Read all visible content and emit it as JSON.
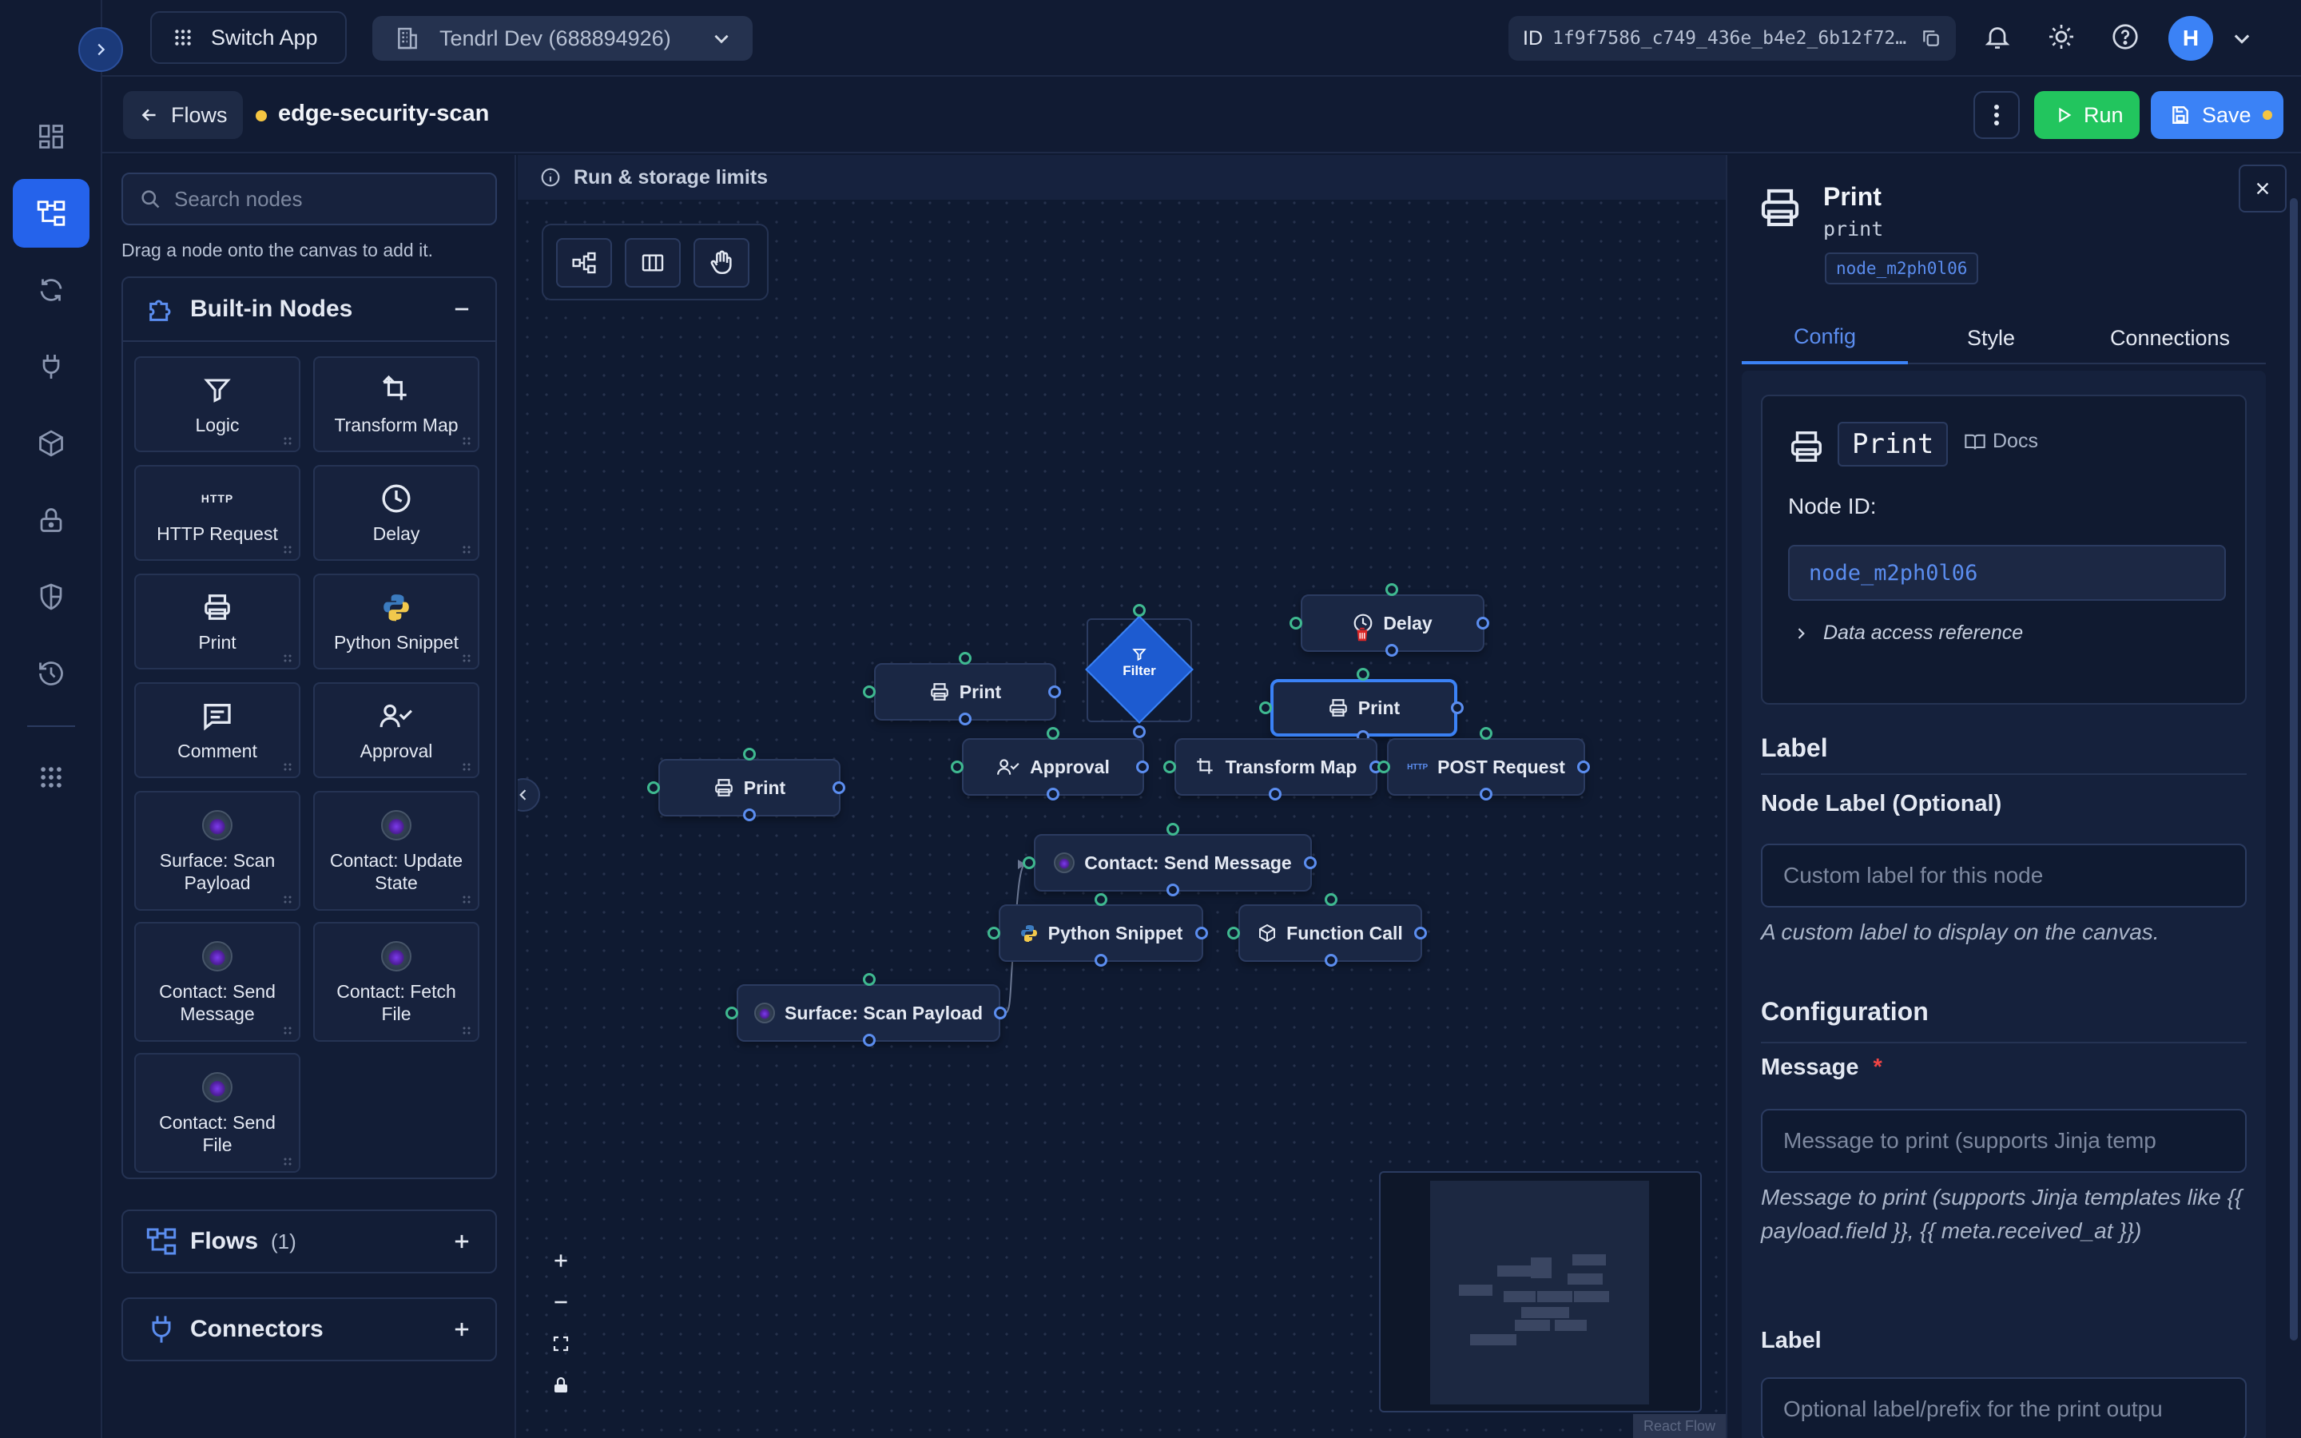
{
  "header": {
    "switch_app": "Switch App",
    "org": "Tendrl Dev (688894926)",
    "id_label": "ID",
    "id_value": "1f9f7586_c749_436e_b4e2_6b12f72…",
    "avatar": "H"
  },
  "subheader": {
    "back_label": "Flows",
    "flow_name": "edge-security-scan",
    "run_label": "Run",
    "save_label": "Save"
  },
  "sidebar": {
    "search_placeholder": "Search nodes",
    "hint": "Drag a node onto the canvas to add it.",
    "builtin_title": "Built-in Nodes",
    "nodes": [
      {
        "label": "Logic",
        "icon": "filter-icon"
      },
      {
        "label": "Transform Map",
        "icon": "transform-icon"
      },
      {
        "label": "HTTP Request",
        "icon": "http-icon",
        "icon_text": "HTTP"
      },
      {
        "label": "Delay",
        "icon": "clock-icon"
      },
      {
        "label": "Print",
        "icon": "printer-icon"
      },
      {
        "label": "Python Snippet",
        "icon": "python-icon"
      },
      {
        "label": "Comment",
        "icon": "comment-icon"
      },
      {
        "label": "Approval",
        "icon": "user-check-icon"
      },
      {
        "label": "Surface: Scan Payload",
        "icon": "surface-logo-icon"
      },
      {
        "label": "Contact: Update State",
        "icon": "contact-logo-icon"
      },
      {
        "label": "Contact: Send Message",
        "icon": "contact-logo-icon"
      },
      {
        "label": "Contact: Fetch File",
        "icon": "contact-logo-icon"
      },
      {
        "label": "Contact: Send File",
        "icon": "contact-logo-icon"
      }
    ],
    "flows_title": "Flows",
    "flows_count": "(1)",
    "connectors_title": "Connectors"
  },
  "canvas": {
    "banner": "Run & storage limits",
    "nodes": {
      "print_a": "Print",
      "print_b": "Print",
      "filter": "Filter",
      "delay": "Delay",
      "print_sel": "Print",
      "approval": "Approval",
      "transform": "Transform Map",
      "post": "POST Request",
      "post_icon_text": "HTTP",
      "send_message": "Contact: Send Message",
      "python": "Python Snippet",
      "function_call": "Function Call",
      "surface": "Surface: Scan Payload"
    },
    "attribution": "React Flow"
  },
  "panel": {
    "title": "Print",
    "subtitle": "print",
    "node_tag": "node_m2ph0l06",
    "tabs": [
      "Config",
      "Style",
      "Connections"
    ],
    "card_title": "Print",
    "docs": "Docs",
    "node_id_label": "Node ID:",
    "node_id": "node_m2ph0l06",
    "data_access": "Data access reference",
    "label_section": "Label",
    "node_label_title": "Node Label (Optional)",
    "node_label_placeholder": "Custom label for this node",
    "node_label_help": "A custom label to display on the canvas.",
    "config_section": "Configuration",
    "message_title": "Message",
    "required_mark": "*",
    "message_placeholder": "Message to print (supports Jinja temp",
    "message_help": "Message to print (supports Jinja templates like {{ payload.field }}, {{ meta.received_at }})",
    "label_title": "Label",
    "label_placeholder": "Optional label/prefix for the print outpu"
  },
  "colors": {
    "accent": "#3b82f6",
    "run_green": "#22c55e",
    "save_blue": "#3b82f6",
    "handle_green": "#3fb990",
    "unsaved_dot": "#f5c542"
  }
}
